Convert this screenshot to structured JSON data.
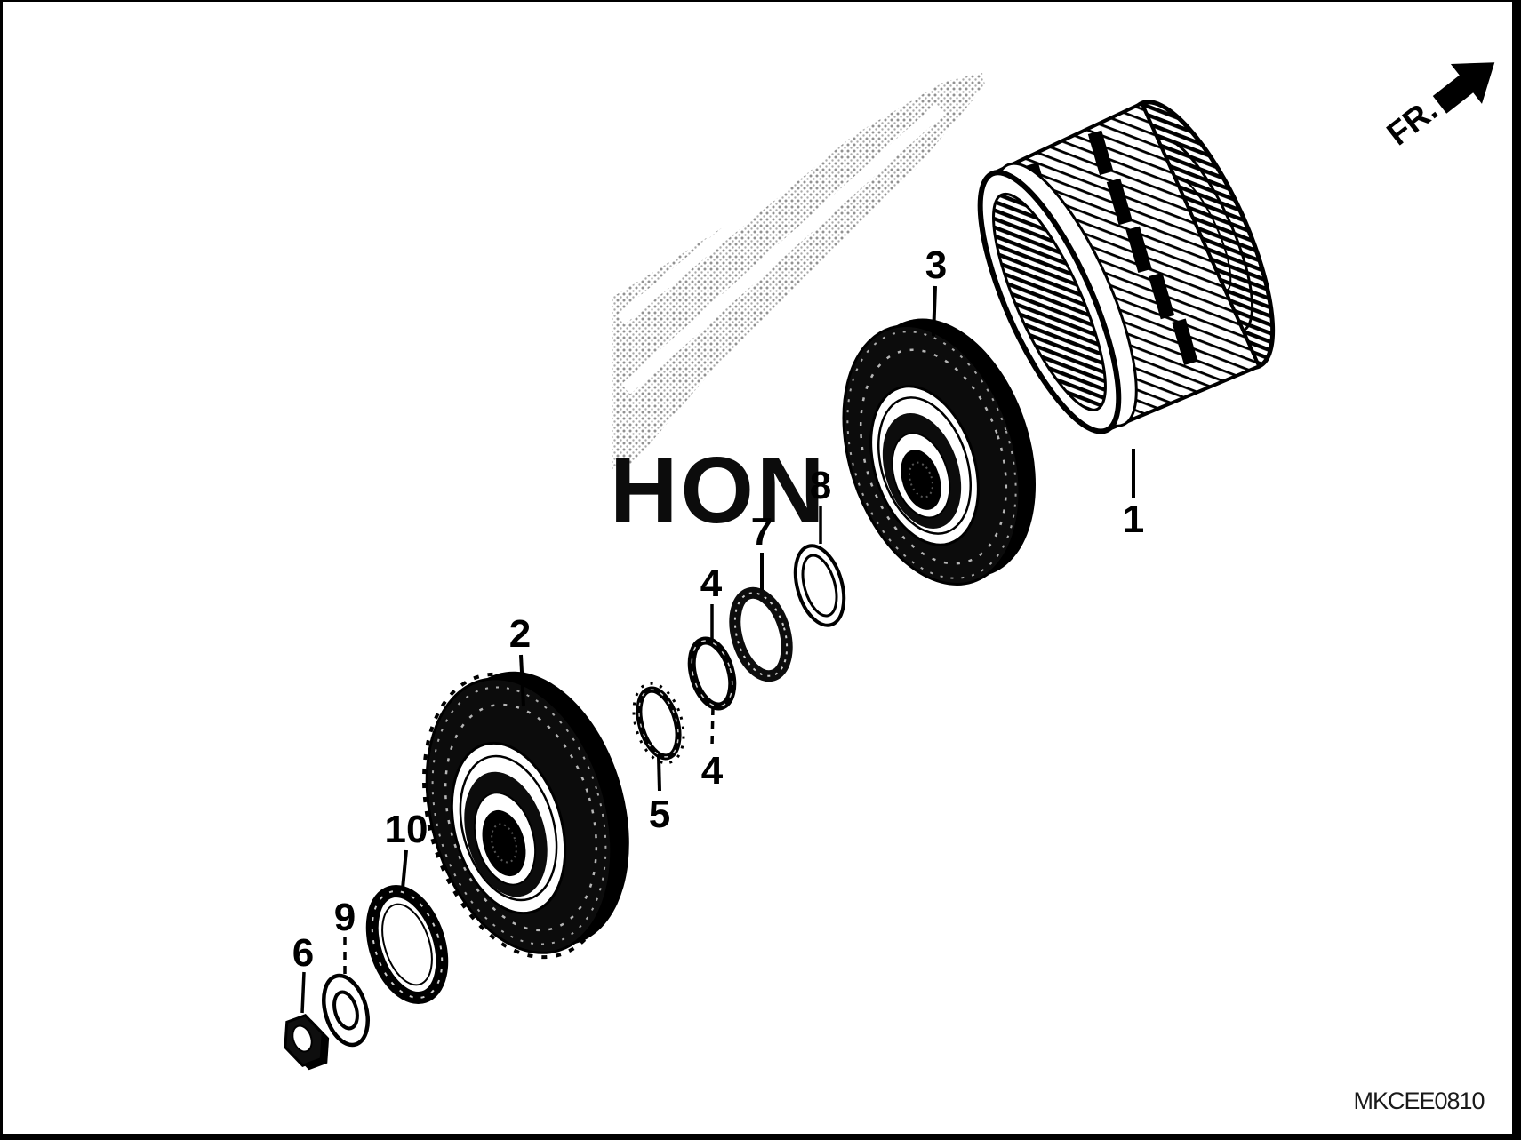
{
  "diagram": {
    "code": "MKCEE0810"
  },
  "orientation": {
    "label": "FR."
  },
  "watermark": {
    "text": "HON"
  },
  "callouts": {
    "c1": "1",
    "c2": "2",
    "c3": "3",
    "c4a": "4",
    "c4b": "4",
    "c5": "5",
    "c6": "6",
    "c7": "7",
    "c8": "8",
    "c9": "9",
    "c10": "10"
  },
  "colors": {
    "ink": "#000000",
    "paper": "#ffffff",
    "watermark_dot": "#8d8d8d"
  }
}
